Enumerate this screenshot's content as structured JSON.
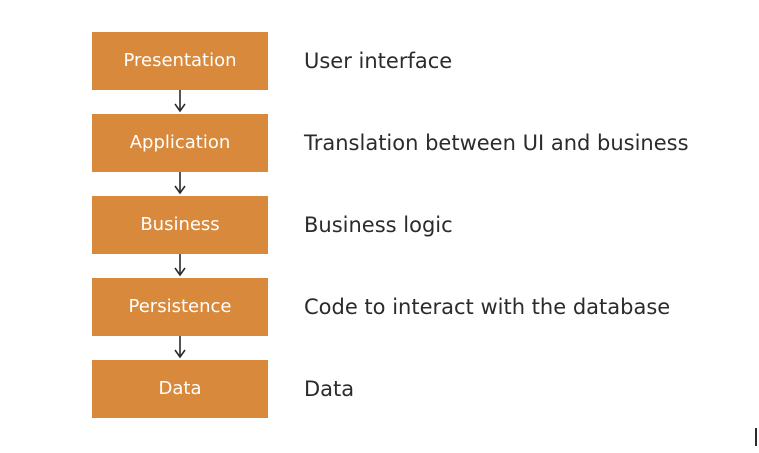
{
  "layers": [
    {
      "label": "Presentation",
      "description": "User interface"
    },
    {
      "label": "Application",
      "description": "Translation between UI and business"
    },
    {
      "label": "Business",
      "description": "Business logic"
    },
    {
      "label": "Persistence",
      "description": "Code to interact with the database"
    },
    {
      "label": "Data",
      "description": "Data"
    }
  ],
  "colors": {
    "box_fill": "#d8893b",
    "box_text": "#ffffff",
    "description_text": "#2b2b2b",
    "arrow": "#2b2b2b"
  }
}
